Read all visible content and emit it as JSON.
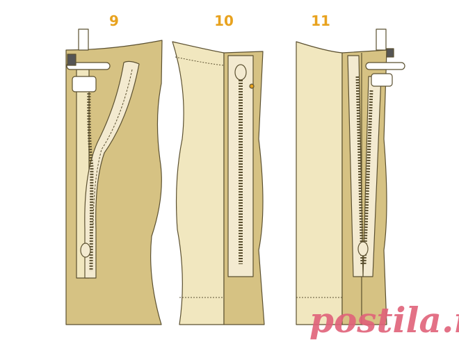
{
  "steps": [
    {
      "label": "9"
    },
    {
      "label": "10"
    },
    {
      "label": "11"
    }
  ],
  "watermark": "postila.ru",
  "colors": {
    "fabric_dark": "#d6c283",
    "fabric_light": "#f1e7bf",
    "zipper_tape": "#f3ead0",
    "outline": "#5b5030",
    "step_number": "#e8a21e",
    "watermark": "#e0627a"
  }
}
